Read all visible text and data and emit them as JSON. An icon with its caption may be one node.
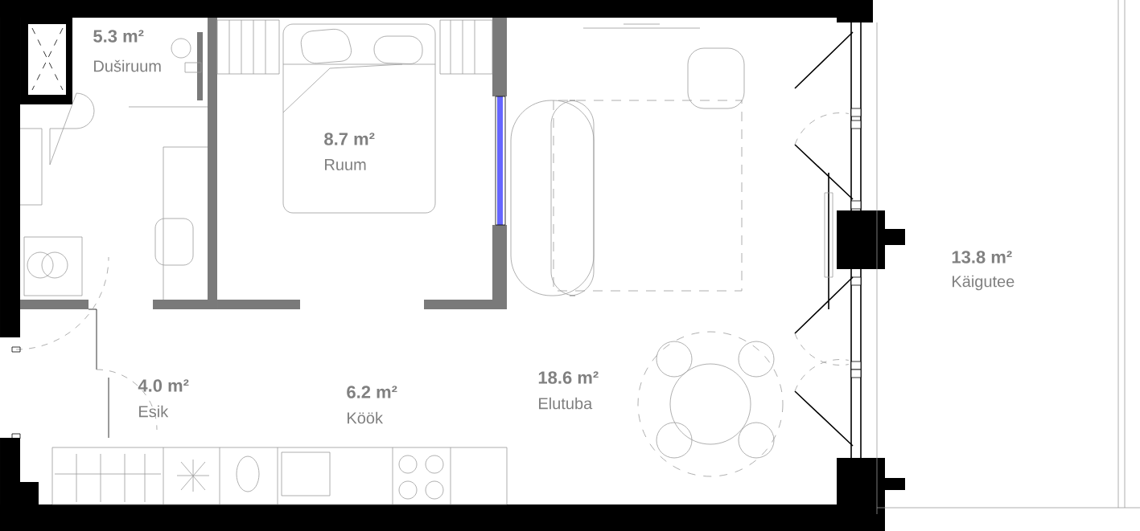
{
  "diagram": {
    "labels": [
      "5.3 m²",
      "Duširuum",
      "8.7 m²",
      "Ruum",
      "13.8 m²",
      "Käigutee",
      "18.6 m²",
      "Elutuba",
      "4.0 m²",
      "Esik",
      "6.2 m²",
      "Köök"
    ]
  }
}
